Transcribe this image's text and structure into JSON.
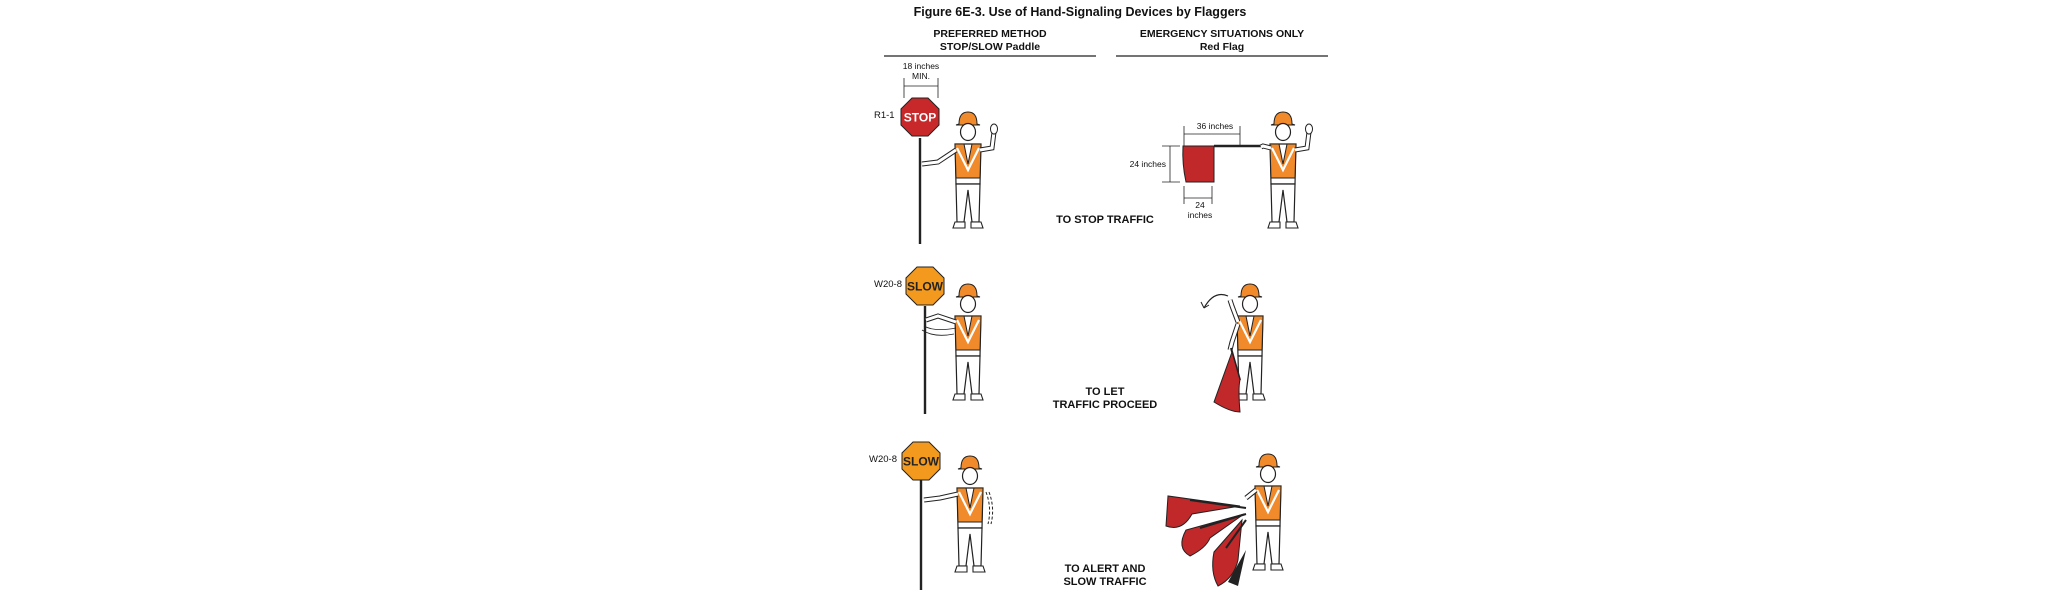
{
  "figure": {
    "title": "Figure 6E-3.  Use of Hand-Signaling Devices by Flaggers",
    "columns": {
      "left": {
        "line1": "PREFERRED METHOD",
        "line2": "STOP/SLOW Paddle"
      },
      "right": {
        "line1": "EMERGENCY SITUATIONS ONLY",
        "line2": "Red Flag"
      }
    },
    "dimensions": {
      "paddle_width": "18 inches",
      "paddle_min": "MIN.",
      "flag_width": "36 inches",
      "flag_height": "24 inches",
      "flag_bottom_value": "24",
      "flag_bottom_unit": "inches"
    },
    "rows": [
      {
        "sign_code": "R1-1",
        "sign_text": "STOP",
        "caption_line1": "TO STOP TRAFFIC",
        "caption_line2": ""
      },
      {
        "sign_code": "W20-8",
        "sign_text": "SLOW",
        "caption_line1": "TO LET",
        "caption_line2": "TRAFFIC PROCEED"
      },
      {
        "sign_code": "W20-8",
        "sign_text": "SLOW",
        "caption_line1": "TO ALERT AND",
        "caption_line2": "SLOW TRAFFIC"
      }
    ],
    "colors": {
      "stop_red": "#c8282a",
      "slow_orange": "#f39a1e",
      "vest_orange": "#f08a2a",
      "flag_red": "#c0282a",
      "line": "#222222"
    }
  }
}
